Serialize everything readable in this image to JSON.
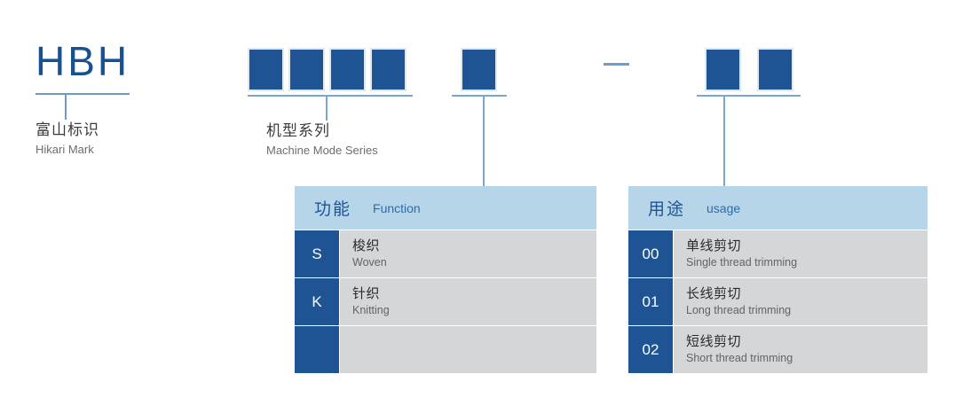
{
  "brand": {
    "code": "HBH",
    "label_cn": "富山标识",
    "label_en": "Hikari Mark"
  },
  "series": {
    "label_cn": "机型系列",
    "label_en": "Machine Mode Series",
    "box_count": 4
  },
  "separator": {
    "glyph": "—"
  },
  "function_table": {
    "header_cn": "功能",
    "header_en": "Function",
    "rows": [
      {
        "code": "S",
        "cn": "梭织",
        "en": "Woven"
      },
      {
        "code": "K",
        "cn": "针织",
        "en": "Knitting"
      },
      {
        "code": "",
        "cn": "",
        "en": ""
      }
    ]
  },
  "usage_table": {
    "header_cn": "用途",
    "header_en": "usage",
    "rows": [
      {
        "code": "00",
        "cn": "单线剪切",
        "en": "Single thread trimming"
      },
      {
        "code": "01",
        "cn": "长线剪切",
        "en": "Long thread trimming"
      },
      {
        "code": "02",
        "cn": "短线剪切",
        "en": "Short thread trimming"
      }
    ]
  },
  "colors": {
    "box_blue": "#1f5494",
    "header_blue": "#b6d5e9",
    "row_gray": "#d5d6d8",
    "line_blue": "#7aa6cf",
    "brand_blue": "#18518f"
  }
}
